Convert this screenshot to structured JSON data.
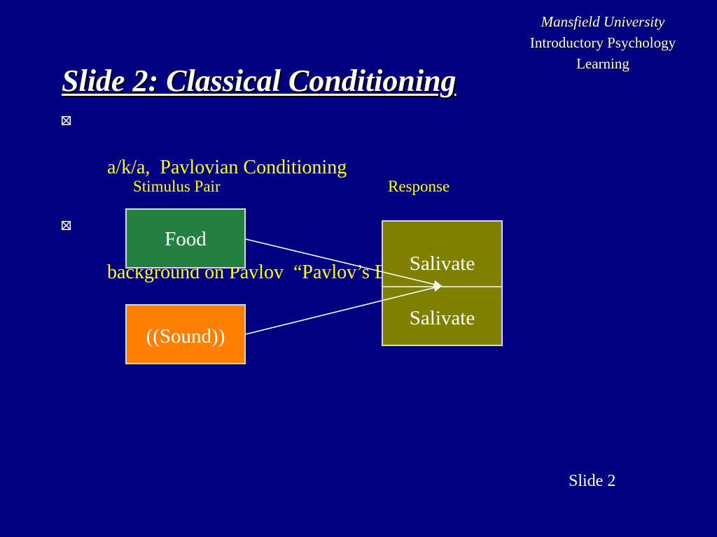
{
  "header": {
    "university": "Mansfield University",
    "course": "Introductory Psychology",
    "topic": "Learning"
  },
  "title": "Slide 2: Classical Conditioning",
  "bullets": [
    {
      "text": "a/k/a,  Pavlovian Conditioning",
      "icon": "box-cross-bullet-icon"
    },
    {
      "text": "background on Pavlov  “Pavlov’s Dog!”",
      "icon": "box-cross-bullet-icon"
    }
  ],
  "diagram": {
    "stimulus_header": "Stimulus Pair",
    "response_header": "Response",
    "stimuli": [
      {
        "label": "Food",
        "color": "#238040"
      },
      {
        "label": "((Sound))",
        "color": "#ff8000"
      }
    ],
    "responses": [
      {
        "label": "Salivate",
        "color": "#808000"
      },
      {
        "label": "Salivate",
        "color": "#808000"
      }
    ]
  },
  "footer": {
    "slide_number": "Slide 2"
  },
  "colors": {
    "background": "#000080",
    "bullet_text": "#ffff00",
    "title_text": "#ffffff"
  }
}
